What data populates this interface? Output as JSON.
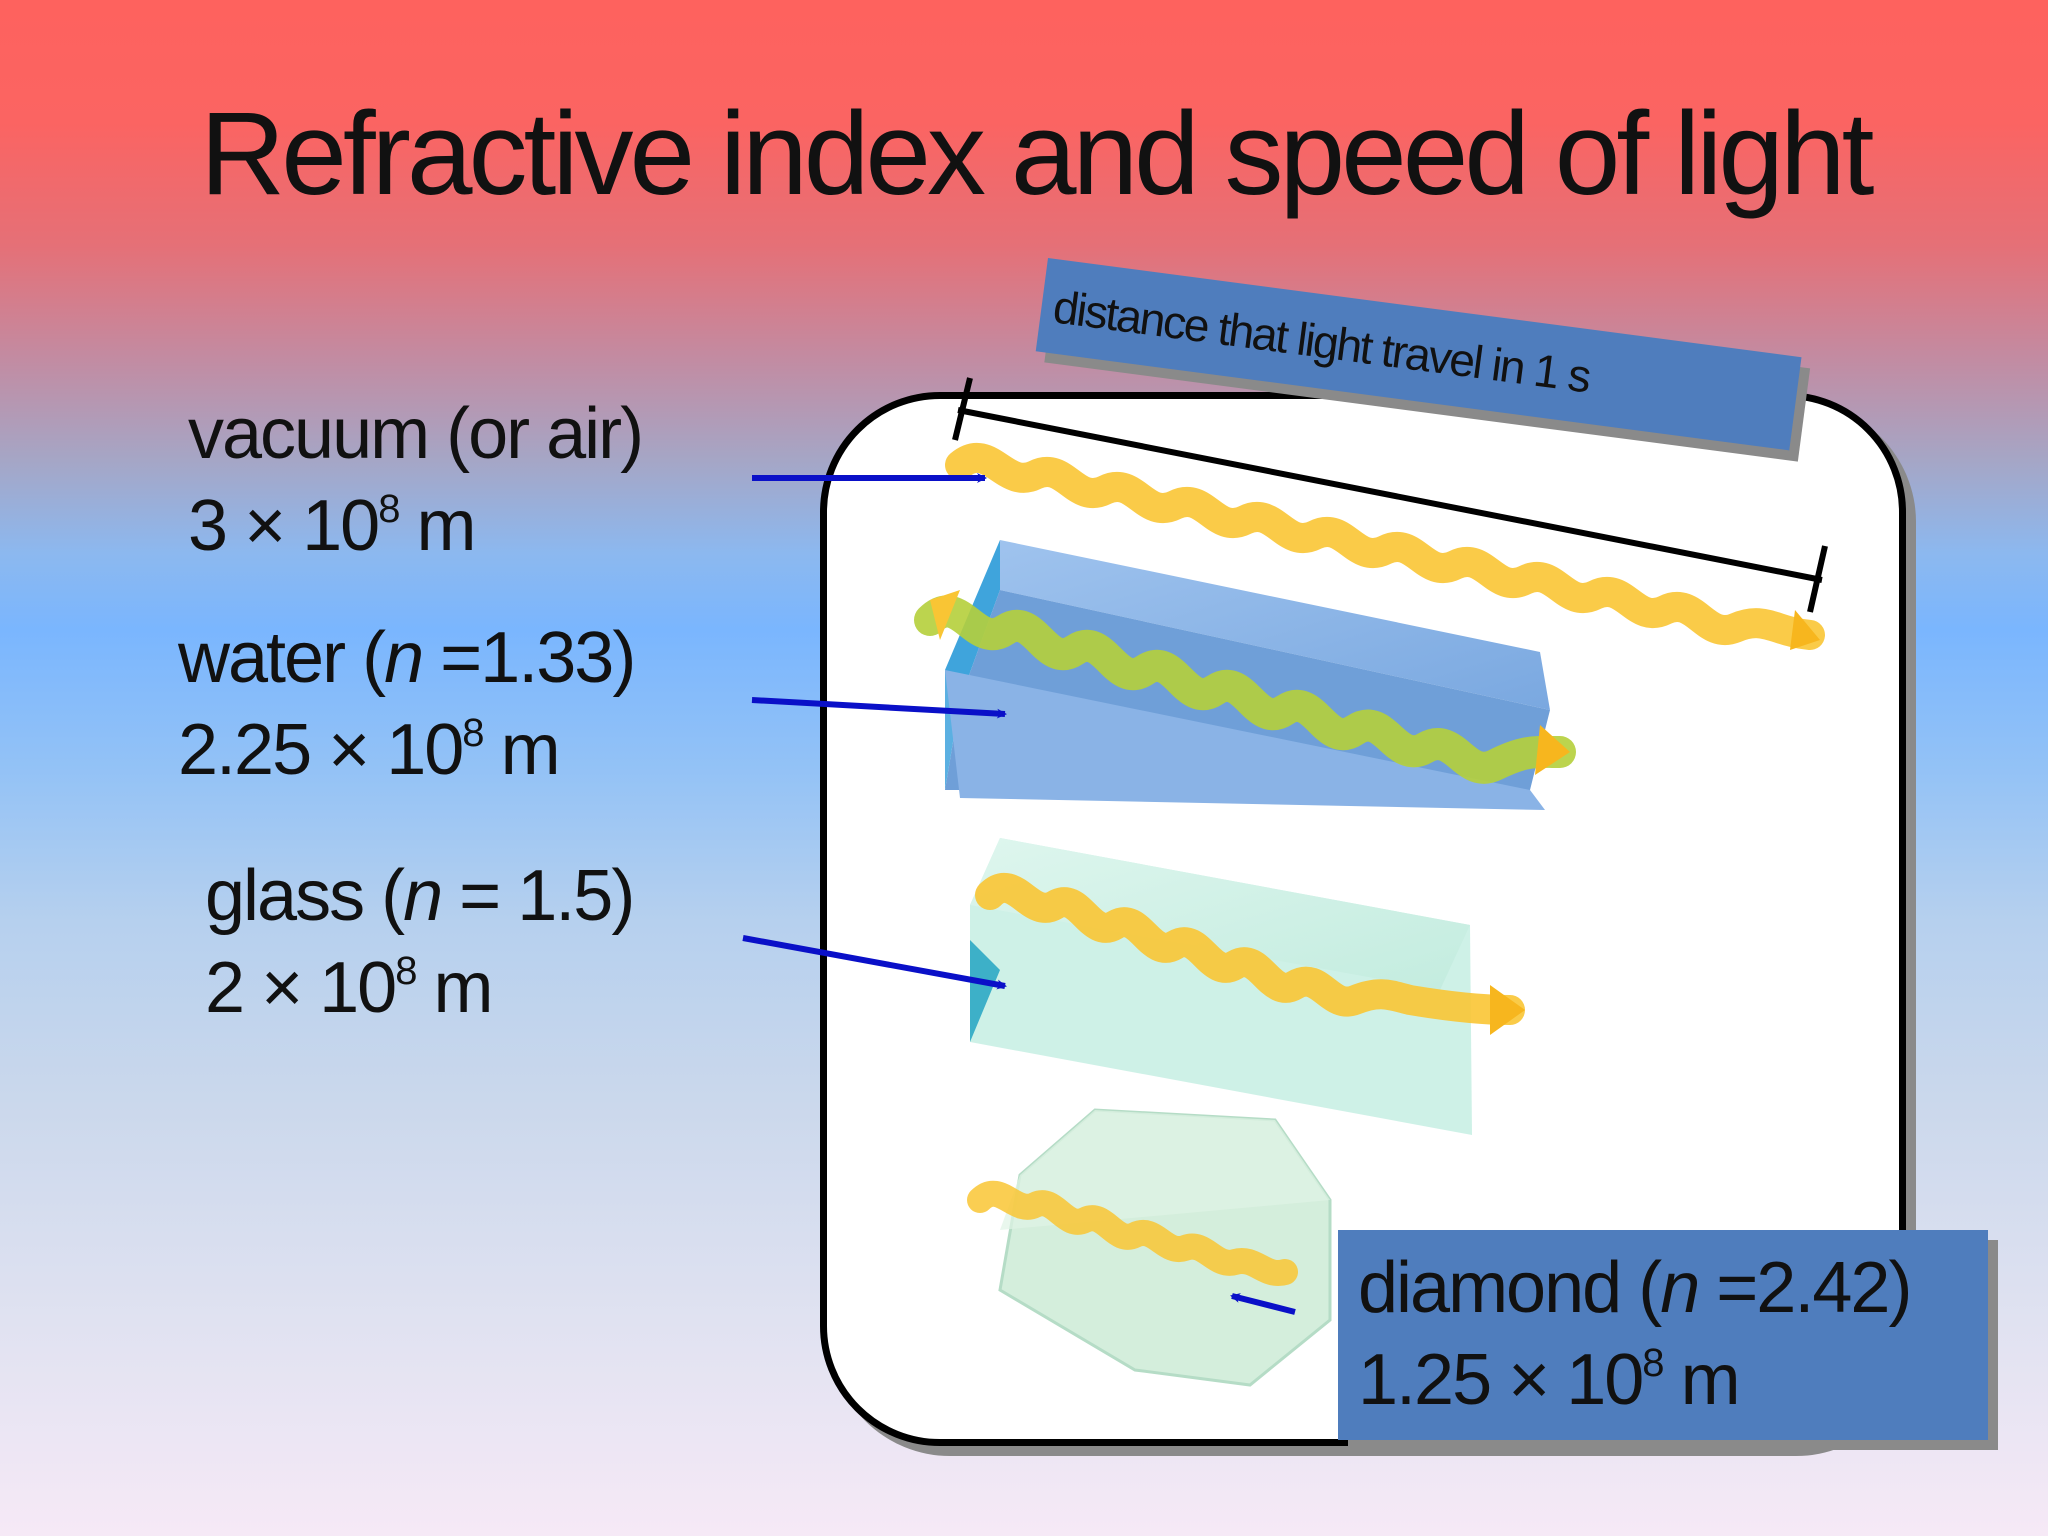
{
  "slide": {
    "title": "Refractive index and speed of light",
    "caption": "distance that light travel in 1 s",
    "media": [
      {
        "name": "vacuum (or air)",
        "n": "",
        "distance_coef": "3",
        "exponent": "8",
        "unit": "m"
      },
      {
        "name": "water",
        "n": "1.33",
        "distance_coef": "2.25",
        "exponent": "8",
        "unit": "m"
      },
      {
        "name": "glass",
        "n": "1.5",
        "distance_coef": "2",
        "exponent": "8",
        "unit": "m"
      },
      {
        "name": "diamond",
        "n": "2.42",
        "distance_coef": "1.25",
        "exponent": "8",
        "unit": "m"
      }
    ],
    "symbols": {
      "times": "×",
      "n_symbol": "n",
      "equals": "=",
      "open_paren": "(",
      "close_paren": ")"
    },
    "colors": {
      "background_top": "#fe625e",
      "background_middle": "#7ab6fe",
      "background_bottom": "#f6e9f6",
      "label_box": "#4f7dbd",
      "arrow": "#0a10c8",
      "wave": "#f9c534",
      "water": "#6f9fd8",
      "glass": "#b9e8d8",
      "diamond": "#cfe9d7"
    }
  }
}
